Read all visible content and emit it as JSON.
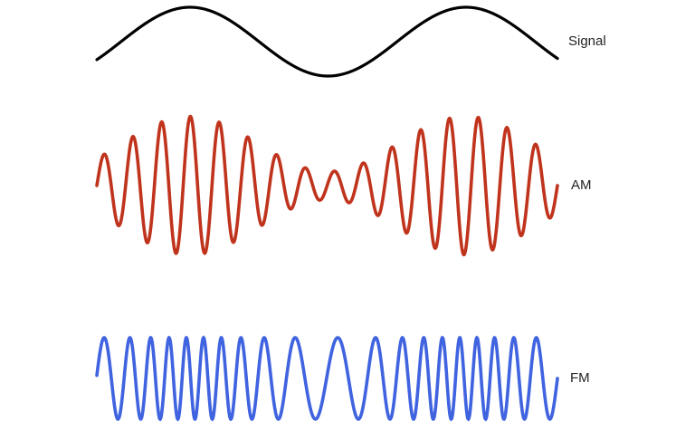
{
  "labels": {
    "signal": "Signal",
    "am": "AM",
    "fm": "FM"
  },
  "colors": {
    "signal": "#000000",
    "am": "#c0341d",
    "fm": "#4063e0"
  },
  "waves": {
    "signal_cycles": 1.67,
    "am_carrier_cycles": 16,
    "am_modulation_depth": 0.8,
    "fm_carrier_cycles": 20,
    "fm_deviation": 0.45
  }
}
